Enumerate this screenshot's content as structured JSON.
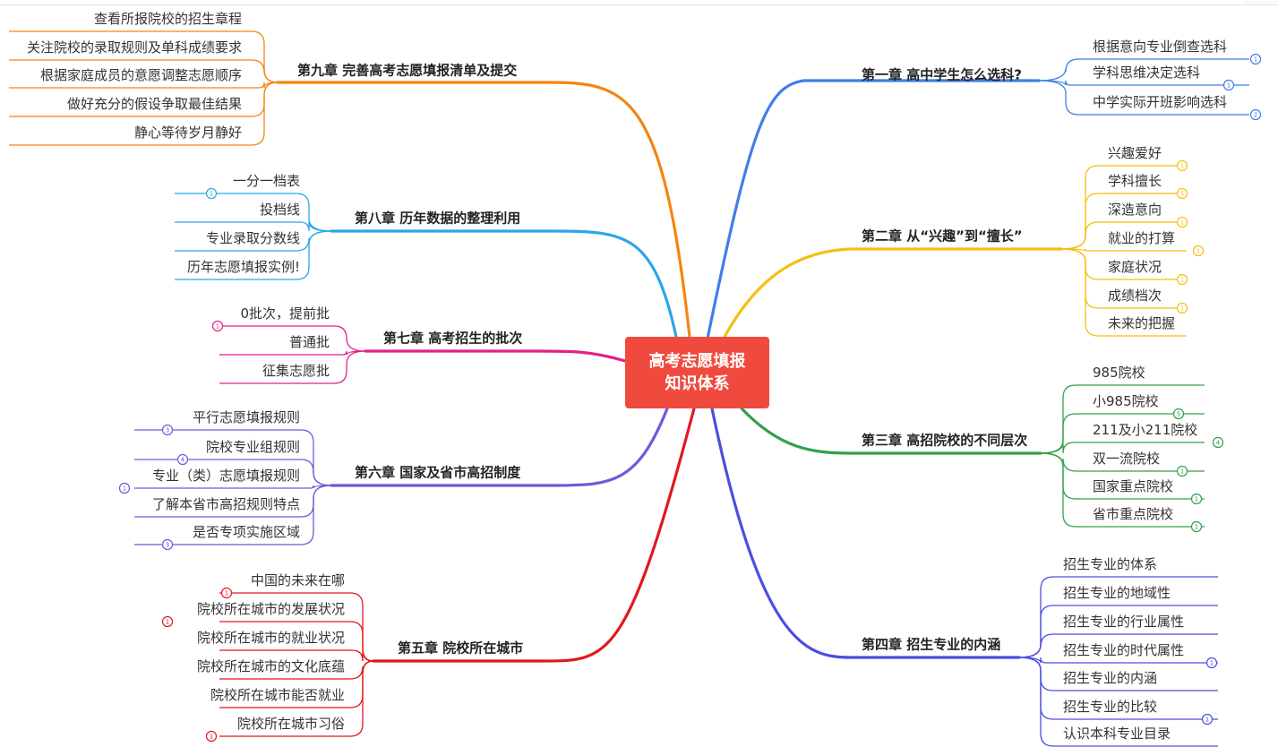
{
  "center": {
    "line1": "高考志愿填报",
    "line2": "知识体系"
  },
  "colors": {
    "ch1": "#3f7ee8",
    "ch2": "#f5bf10",
    "ch3": "#33a14a",
    "ch4": "#4a4fe0",
    "ch5": "#e0181e",
    "ch6": "#7457d8",
    "ch7": "#e0218a",
    "ch8": "#2aa7e8",
    "ch9": "#f58412"
  },
  "chapters": [
    {
      "title": "第一章 高中学生怎么选科?",
      "items": [
        {
          "text": "根据意向专业倒查选科",
          "badge": "1"
        },
        {
          "text": "学科思维决定选科",
          "badge": "1"
        },
        {
          "text": "中学实际开班影响选科",
          "badge": "2"
        }
      ]
    },
    {
      "title": "第二章 从“兴趣”到“擅长”",
      "items": [
        {
          "text": "兴趣爱好",
          "badge": "1"
        },
        {
          "text": "学科擅长",
          "badge": "5"
        },
        {
          "text": "深造意向",
          "badge": "1"
        },
        {
          "text": "就业的打算",
          "badge": "1"
        },
        {
          "text": "家庭状况",
          "badge": "1"
        },
        {
          "text": "成绩档次",
          "badge": "1"
        },
        {
          "text": "未来的把握",
          "badge": ""
        }
      ]
    },
    {
      "title": "第三章 高招院校的不同层次",
      "items": [
        {
          "text": "985院校",
          "badge": ""
        },
        {
          "text": "小985院校",
          "badge": "5"
        },
        {
          "text": "211及小211院校",
          "badge": "4"
        },
        {
          "text": "双一流院校",
          "badge": "1"
        },
        {
          "text": "国家重点院校",
          "badge": "1"
        },
        {
          "text": "省市重点院校",
          "badge": "1"
        }
      ]
    },
    {
      "title": "第四章 招生专业的内涵",
      "items": [
        {
          "text": "招生专业的体系",
          "badge": ""
        },
        {
          "text": "招生专业的地域性",
          "badge": ""
        },
        {
          "text": "招生专业的行业属性",
          "badge": ""
        },
        {
          "text": "招生专业的时代属性",
          "badge": "1"
        },
        {
          "text": "招生专业的内涵",
          "badge": ""
        },
        {
          "text": "招生专业的比较",
          "badge": "1"
        },
        {
          "text": "认识本科专业目录",
          "badge": ""
        }
      ]
    },
    {
      "title": "第五章 院校所在城市",
      "items": [
        {
          "text": "中国的未来在哪",
          "badge": "1"
        },
        {
          "text": "院校所在城市的发展状况",
          "badge": "1"
        },
        {
          "text": "院校所在城市的就业状况",
          "badge": ""
        },
        {
          "text": "院校所在城市的文化底蕴",
          "badge": ""
        },
        {
          "text": "院校所在城市能否就业",
          "badge": ""
        },
        {
          "text": "院校所在城市习俗",
          "badge": "1"
        }
      ]
    },
    {
      "title": "第六章 国家及省市高招制度",
      "items": [
        {
          "text": "平行志愿填报规则",
          "badge": "3"
        },
        {
          "text": "院校专业组规则",
          "badge": "4"
        },
        {
          "text": "专业（类）志愿填报规则",
          "badge": "1"
        },
        {
          "text": "了解本省市高招规则特点",
          "badge": ""
        },
        {
          "text": "是否专项实施区域",
          "badge": "3"
        }
      ]
    },
    {
      "title": "第七章 高考招生的批次",
      "items": [
        {
          "text": "0批次，提前批",
          "badge": "1"
        },
        {
          "text": "普通批",
          "badge": ""
        },
        {
          "text": "征集志愿批",
          "badge": ""
        }
      ]
    },
    {
      "title": "第八章 历年数据的整理利用",
      "items": [
        {
          "text": "一分一档表",
          "badge": "1"
        },
        {
          "text": "投档线",
          "badge": ""
        },
        {
          "text": "专业录取分数线",
          "badge": ""
        },
        {
          "text": "历年志愿填报实例!",
          "badge": ""
        }
      ]
    },
    {
      "title": "第九章 完善高考志愿填报清单及提交",
      "items": [
        {
          "text": "查看所报院校的招生章程",
          "badge": ""
        },
        {
          "text": "关注院校的录取规则及单科成绩要求",
          "badge": ""
        },
        {
          "text": "根据家庭成员的意愿调整志愿顺序",
          "badge": ""
        },
        {
          "text": "做好充分的假设争取最佳结果",
          "badge": ""
        },
        {
          "text": "静心等待岁月静好",
          "badge": ""
        }
      ]
    }
  ]
}
